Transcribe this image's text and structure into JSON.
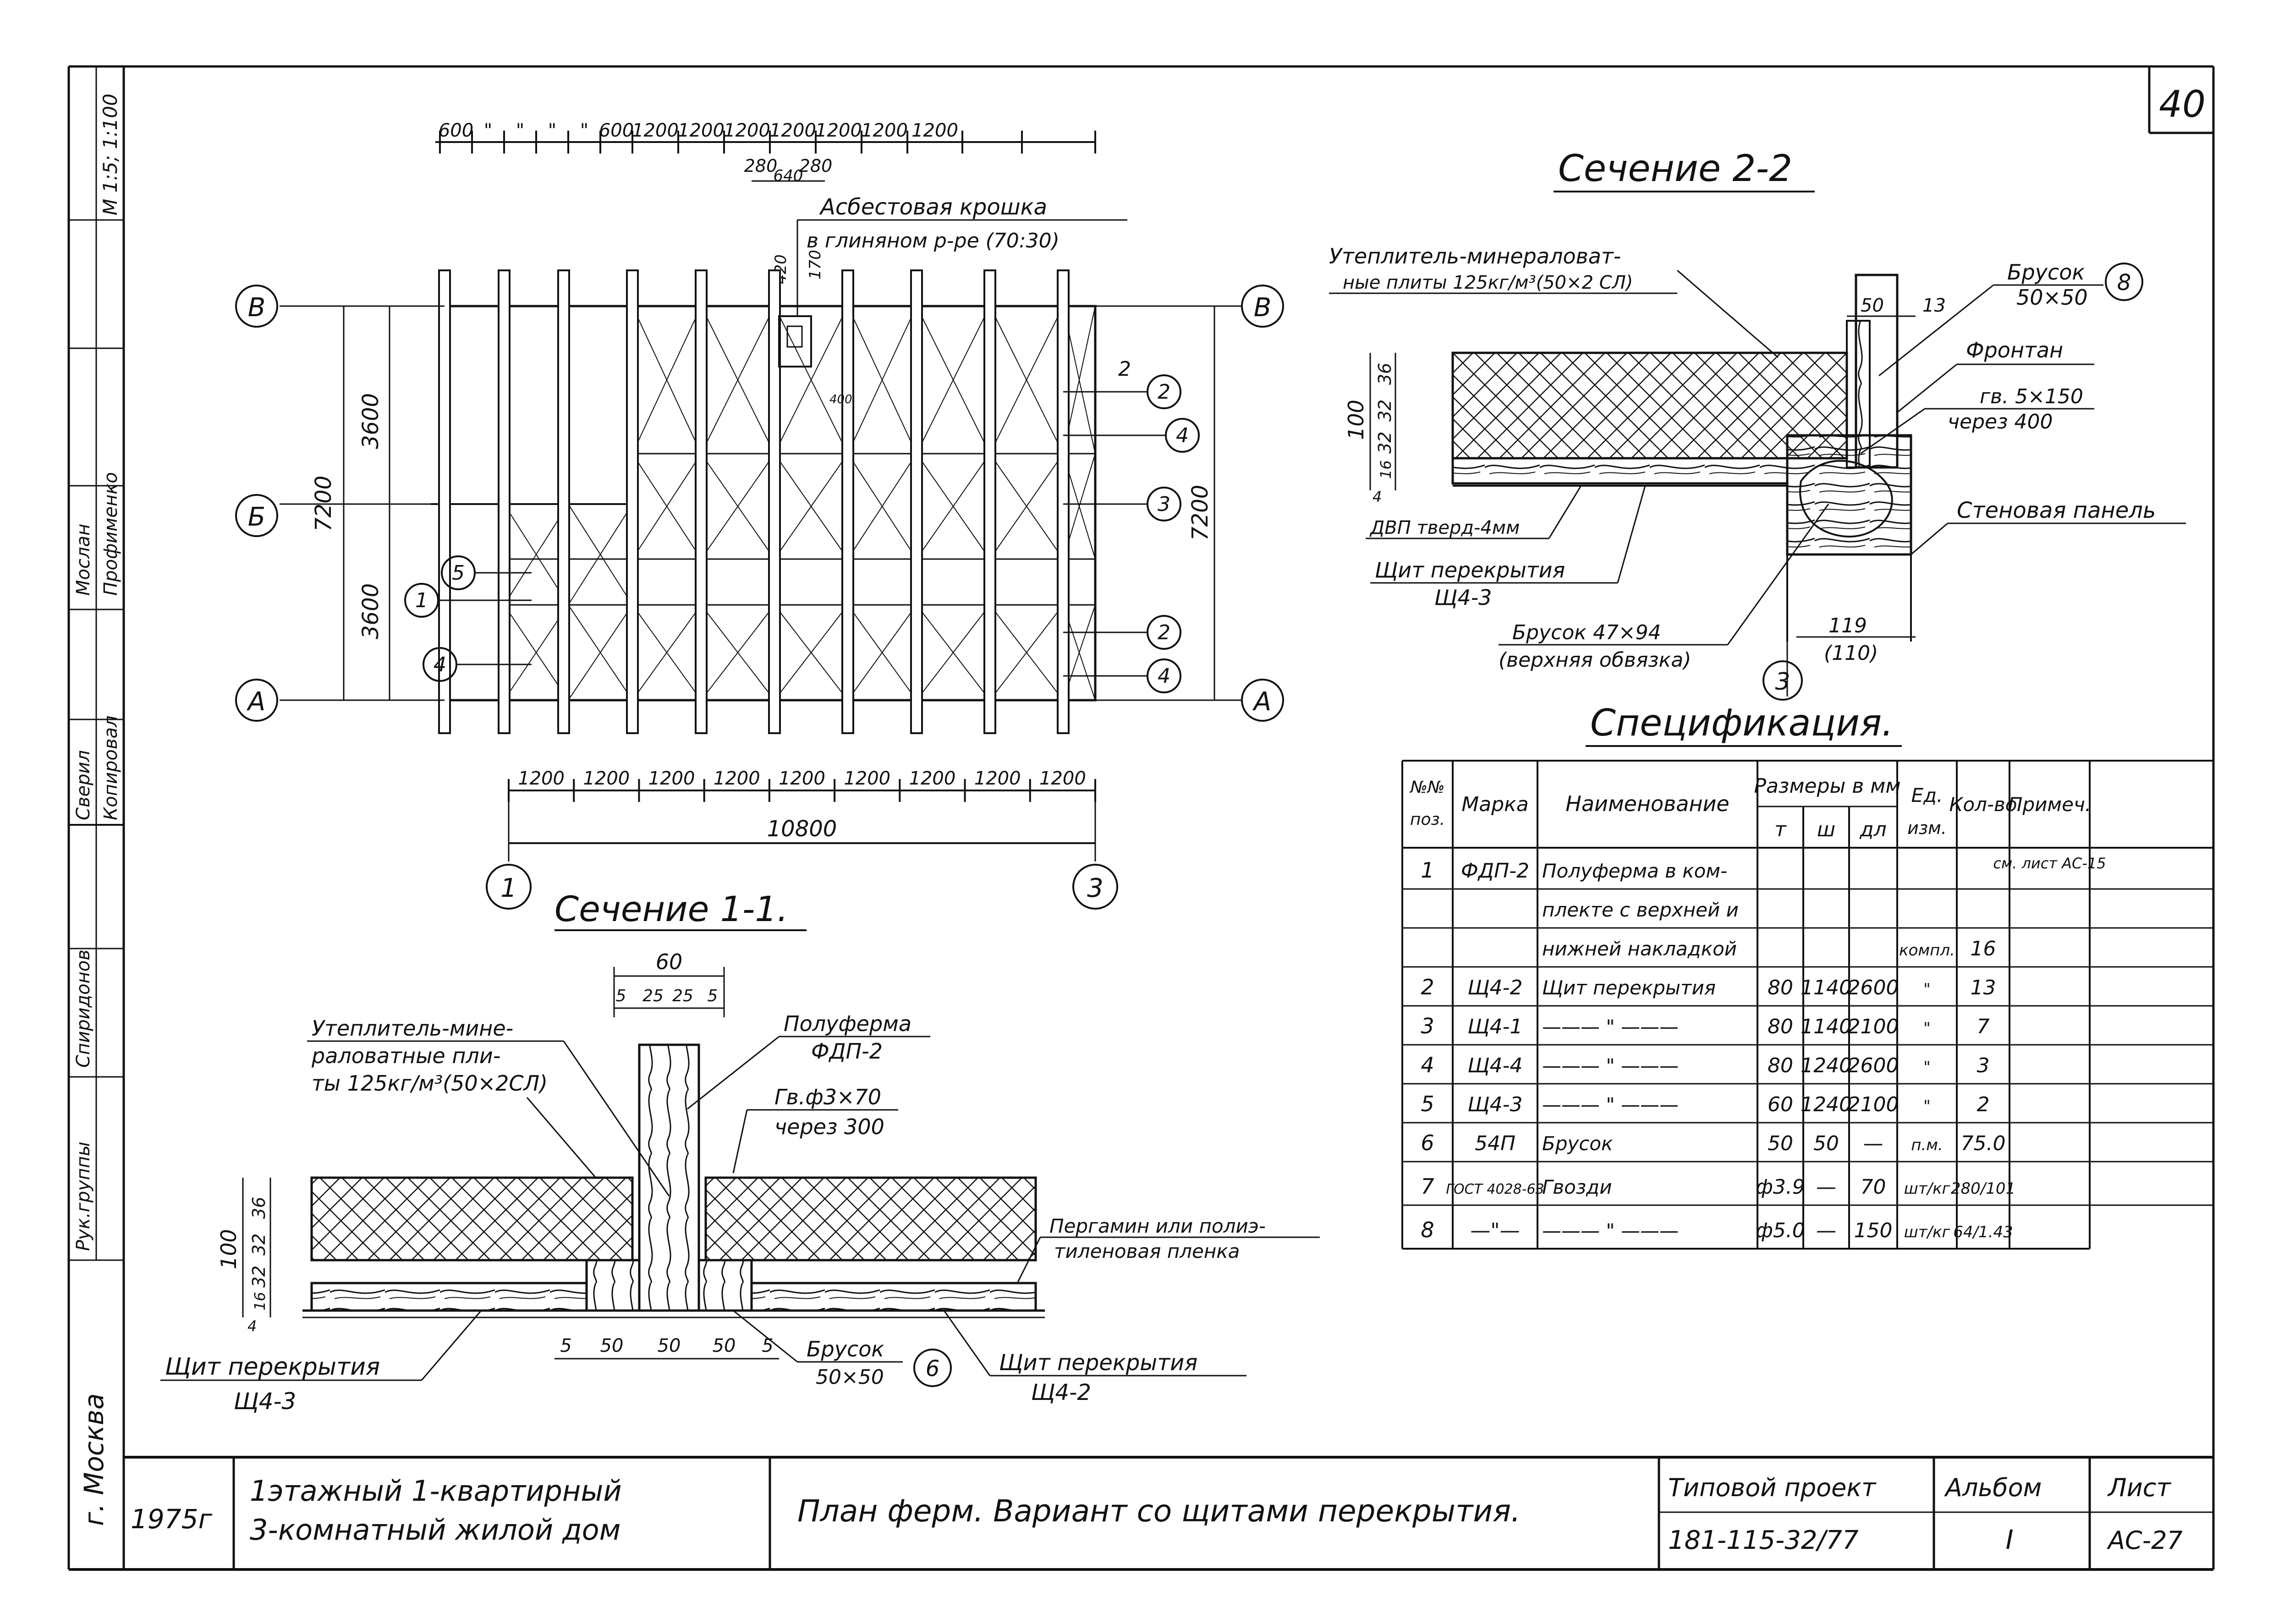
{
  "sheet": {
    "sheet_number_corner": "40",
    "city": "г. Москва"
  },
  "left_stamp": {
    "cells": [
      "М 1:5; 1:100",
      "Рук.группы",
      "Спиридонов",
      "Сверил",
      "Мослан",
      "Копировал",
      "Профименко"
    ]
  },
  "plan": {
    "top_dims": [
      "600",
      "\"",
      "\"",
      "\"",
      "\"",
      "600",
      "1200",
      "1200",
      "1200",
      "1200",
      "1200",
      "1200",
      "1200"
    ],
    "sub_dims": [
      "280",
      "640",
      "280"
    ],
    "asbest_label_1": "Асбестовая крошка",
    "asbest_label_2": "в глиняном р-ре (70:30)",
    "vert_dims_small": [
      "420",
      "170"
    ],
    "small_label": "400",
    "axis_B": "В",
    "axis_Bb": "Б",
    "axis_A": "А",
    "axis_1": "1",
    "axis_3": "3",
    "dim_7200": "7200",
    "dim_3600": "3600",
    "bottom_dims": [
      "1200",
      "1200",
      "1200",
      "1200",
      "1200",
      "1200",
      "1200",
      "1200",
      "1200"
    ],
    "dim_10800": "10800",
    "markers_left": [
      "5",
      "1",
      "4"
    ],
    "markers_right": [
      "2",
      "4",
      "3",
      "2",
      "4"
    ],
    "cut_label": "2"
  },
  "section_1_1": {
    "title": "Сечение 1-1.",
    "dim_60": "60",
    "dims_top": [
      "5",
      "25",
      "25",
      "5"
    ],
    "label_insul_1": "Утеплитель-мине-",
    "label_insul_2": "раловатные пли-",
    "label_insul_3": "ты 125кг/м³(50×2СЛ)",
    "label_truss_1": "Полуферма",
    "label_truss_2": "ФДП-2",
    "label_nail_1": "Гв.ф3×70",
    "label_nail_2": "через 300",
    "label_film_1": "Пергамин или полиэ-",
    "label_film_2": "тиленовая пленка",
    "vert_dims": [
      "36",
      "32",
      "32",
      "16",
      "4",
      "100"
    ],
    "bottom_dims": [
      "5",
      "50",
      "50",
      "50",
      "5"
    ],
    "label_bar_1": "Брусок",
    "label_bar_2": "50×50",
    "bar_marker": "6",
    "label_shield_left_1": "Щит перекрытия",
    "label_shield_left_2": "Щ4-3",
    "label_shield_right_1": "Щит перекрытия",
    "label_shield_right_2": "Щ4-2"
  },
  "section_2_2": {
    "title": "Сечение 2-2",
    "label_insul_1": "Утеплитель-минераловат-",
    "label_insul_2": "ные плиты 125кг/м³(50×2 СЛ)",
    "label_bar_1": "Брусок",
    "label_bar_2": "50×50",
    "bar_marker": "8",
    "dim_50": "50",
    "dim_13": "13",
    "label_gable": "Фронтан",
    "label_nail_1": "гв. 5×150",
    "label_nail_2": "через 400",
    "vert_dims": [
      "36",
      "32",
      "32",
      "16",
      "4",
      "100"
    ],
    "label_dvp": "ДВП тверд-4мм",
    "label_shield_1": "Щит перекрытия",
    "label_shield_2": "Щ4-3",
    "label_wall": "Стеновая панель",
    "label_plate_1": "Брусок 47×94",
    "label_plate_2": "(верхняя обвязка)",
    "axis_3": "3",
    "dim_119": "119",
    "dim_110": "(110)"
  },
  "spec": {
    "title": "Спецификация.",
    "headers": {
      "pos_1": "№№",
      "pos_2": "поз.",
      "mark": "Марка",
      "name": "Наименование",
      "size": "Размеры в мм",
      "t": "т",
      "w": "ш",
      "l": "дл",
      "unit_1": "Ед.",
      "unit_2": "изм.",
      "qty": "Кол-во",
      "note": "Примеч."
    },
    "rows": [
      {
        "pos": "1",
        "mark": "ФДП-2",
        "name": "Полуферма в ком-",
        "t": "",
        "w": "",
        "l": "",
        "unit": "",
        "qty": "",
        "note": "см. лист АС-15"
      },
      {
        "pos": "",
        "mark": "",
        "name": "плекте с верхней и",
        "t": "",
        "w": "",
        "l": "",
        "unit": "",
        "qty": "",
        "note": ""
      },
      {
        "pos": "",
        "mark": "",
        "name": "нижней накладкой",
        "t": "",
        "w": "",
        "l": "",
        "unit": "компл.",
        "qty": "16",
        "note": ""
      },
      {
        "pos": "2",
        "mark": "Щ4-2",
        "name": "Щит перекрытия",
        "t": "80",
        "w": "1140",
        "l": "2600",
        "unit": "\"",
        "qty": "13",
        "note": ""
      },
      {
        "pos": "3",
        "mark": "Щ4-1",
        "name": "——— \" ———",
        "t": "80",
        "w": "1140",
        "l": "2100",
        "unit": "\"",
        "qty": "7",
        "note": ""
      },
      {
        "pos": "4",
        "mark": "Щ4-4",
        "name": "——— \" ———",
        "t": "80",
        "w": "1240",
        "l": "2600",
        "unit": "\"",
        "qty": "3",
        "note": ""
      },
      {
        "pos": "5",
        "mark": "Щ4-3",
        "name": "——— \" ———",
        "t": "60",
        "w": "1240",
        "l": "2100",
        "unit": "\"",
        "qty": "2",
        "note": ""
      },
      {
        "pos": "6",
        "mark": "54П",
        "name": "Брусок",
        "t": "50",
        "w": "50",
        "l": "—",
        "unit": "п.м.",
        "qty": "75.0",
        "note": ""
      },
      {
        "pos": "7",
        "mark": "ГОСТ 4028-63",
        "name": "Гвозди",
        "t": "ф3.9",
        "w": "—",
        "l": "70",
        "unit": "шт/кг",
        "qty": "280/101",
        "note": ""
      },
      {
        "pos": "8",
        "mark": "—\"—",
        "name": "——— \" ———",
        "t": "ф5.0",
        "w": "—",
        "l": "150",
        "unit": "шт/кг",
        "qty": "64/1.43",
        "note": ""
      }
    ]
  },
  "title_block": {
    "year": "1975г",
    "building_1": "1этажный 1-квартирный",
    "building_2": "3-комнатный жилой дом",
    "drawing_name": "План ферм. Вариант со щитами перекрытия.",
    "project_label": "Типовой проект",
    "project_number": "181-115-32/77",
    "album_label": "Альбом",
    "album_value": "I",
    "sheet_label": "Лист",
    "sheet_value": "АС-27"
  }
}
